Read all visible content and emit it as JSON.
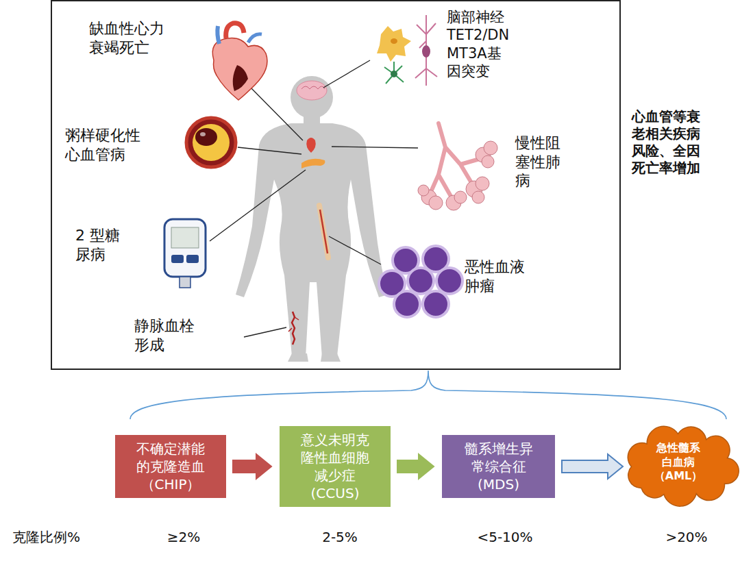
{
  "diagram": {
    "nodes": [
      {
        "text": [
          "不确定潜能 的克隆造血 （CHIP）"
        ]
      },
      {
        "text": [
          "意义未明克 隆性血细胞 减少症(CCUS)"
        ]
      },
      {
        "text": [
          "髓系增生异 常综合征 (MDS)"
        ]
      },
      {
        "text": [
          "急性髓系 白血病 （AML）"
        ]
      }
    ],
    "edges": [
      {
        "from": 0,
        "to": 1,
        "arrow": "to"
      },
      {
        "from": 1,
        "to": 2,
        "arrow": "to"
      },
      {
        "from": 2,
        "to": 3,
        "arrow": "to"
      }
    ],
    "labels": [
      "缺血性心力 衰竭死亡",
      "脑部神经 TET2/DN MT3A基 因突变",
      "粥样硬化性 心血管病",
      "慢性阻 塞性肺 病",
      "2 型糖 尿病",
      "恶性血液 肿瘤",
      "静脉血栓 形成",
      "心血管等衰 老相关疾病 风险、全因 死亡率增加",
      "克隆比例%",
      "≥2%",
      "2-5%",
      "<5-10%",
      ">20%"
    ]
  }
}
